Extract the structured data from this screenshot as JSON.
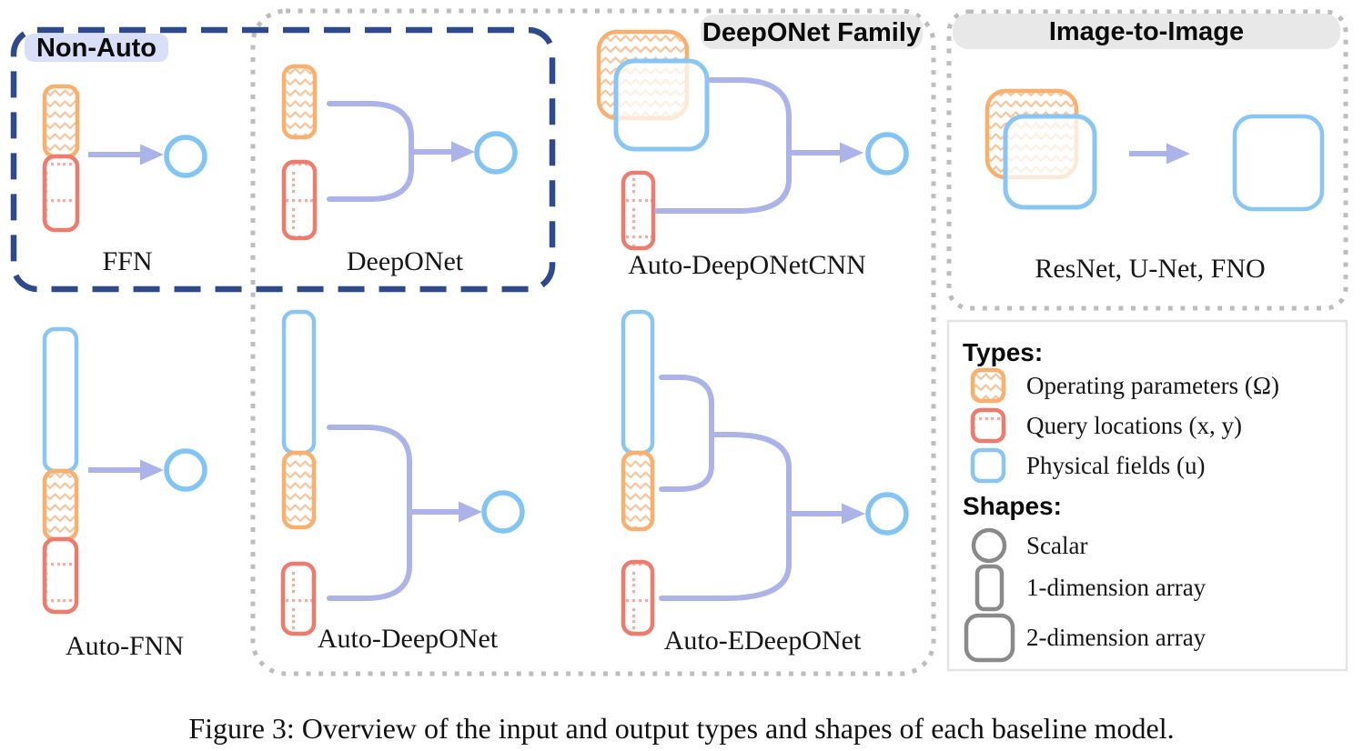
{
  "figure_caption": "Figure 3: Overview of the input and output types and shapes of each baseline model.",
  "groups": {
    "non_auto": {
      "label": "Non-Auto"
    },
    "deeponet_family": {
      "label": "DeepONet Family"
    },
    "image_to_image": {
      "label": "Image-to-Image"
    }
  },
  "models": {
    "ffn": {
      "label": "FFN"
    },
    "deeponet": {
      "label": "DeepONet"
    },
    "auto_deeponet_cnn": {
      "label": "Auto-DeepONetCNN"
    },
    "image_models": {
      "label": "ResNet, U-Net, FNO"
    },
    "auto_fnn": {
      "label": "Auto-FNN"
    },
    "auto_deeponet": {
      "label": "Auto-DeepONet"
    },
    "auto_edeeponet": {
      "label": "Auto-EDeepONet"
    }
  },
  "legend": {
    "types_heading": "Types:",
    "types": [
      {
        "name": "operating-parameters",
        "label": "Operating parameters (Ω)"
      },
      {
        "name": "query-locations",
        "label": "Query locations (x, y)"
      },
      {
        "name": "physical-fields",
        "label": "Physical fields (u)"
      }
    ],
    "shapes_heading": "Shapes:",
    "shapes": [
      {
        "name": "scalar",
        "label": "Scalar"
      },
      {
        "name": "array-1d",
        "label": "1-dimension array"
      },
      {
        "name": "array-2d",
        "label": "2-dimension array"
      }
    ]
  },
  "colors": {
    "operating_parameters_stroke": "#F9B06E",
    "operating_parameters_pattern": "#F9C49A",
    "query_locations_stroke": "#EE7C6C",
    "query_locations_pattern": "#F6ACA3",
    "physical_fields_stroke": "#8AC6F4",
    "scalar_output_stroke": "#82C5F4",
    "connector": "#ABB3E8",
    "non_auto_border": "#2E4A8C",
    "non_auto_label_bg": "#D9DFF6",
    "family_border": "#BDBDBD",
    "family_label_bg": "#E8E8E8",
    "legend_shape_gray": "#8A8A8A"
  }
}
